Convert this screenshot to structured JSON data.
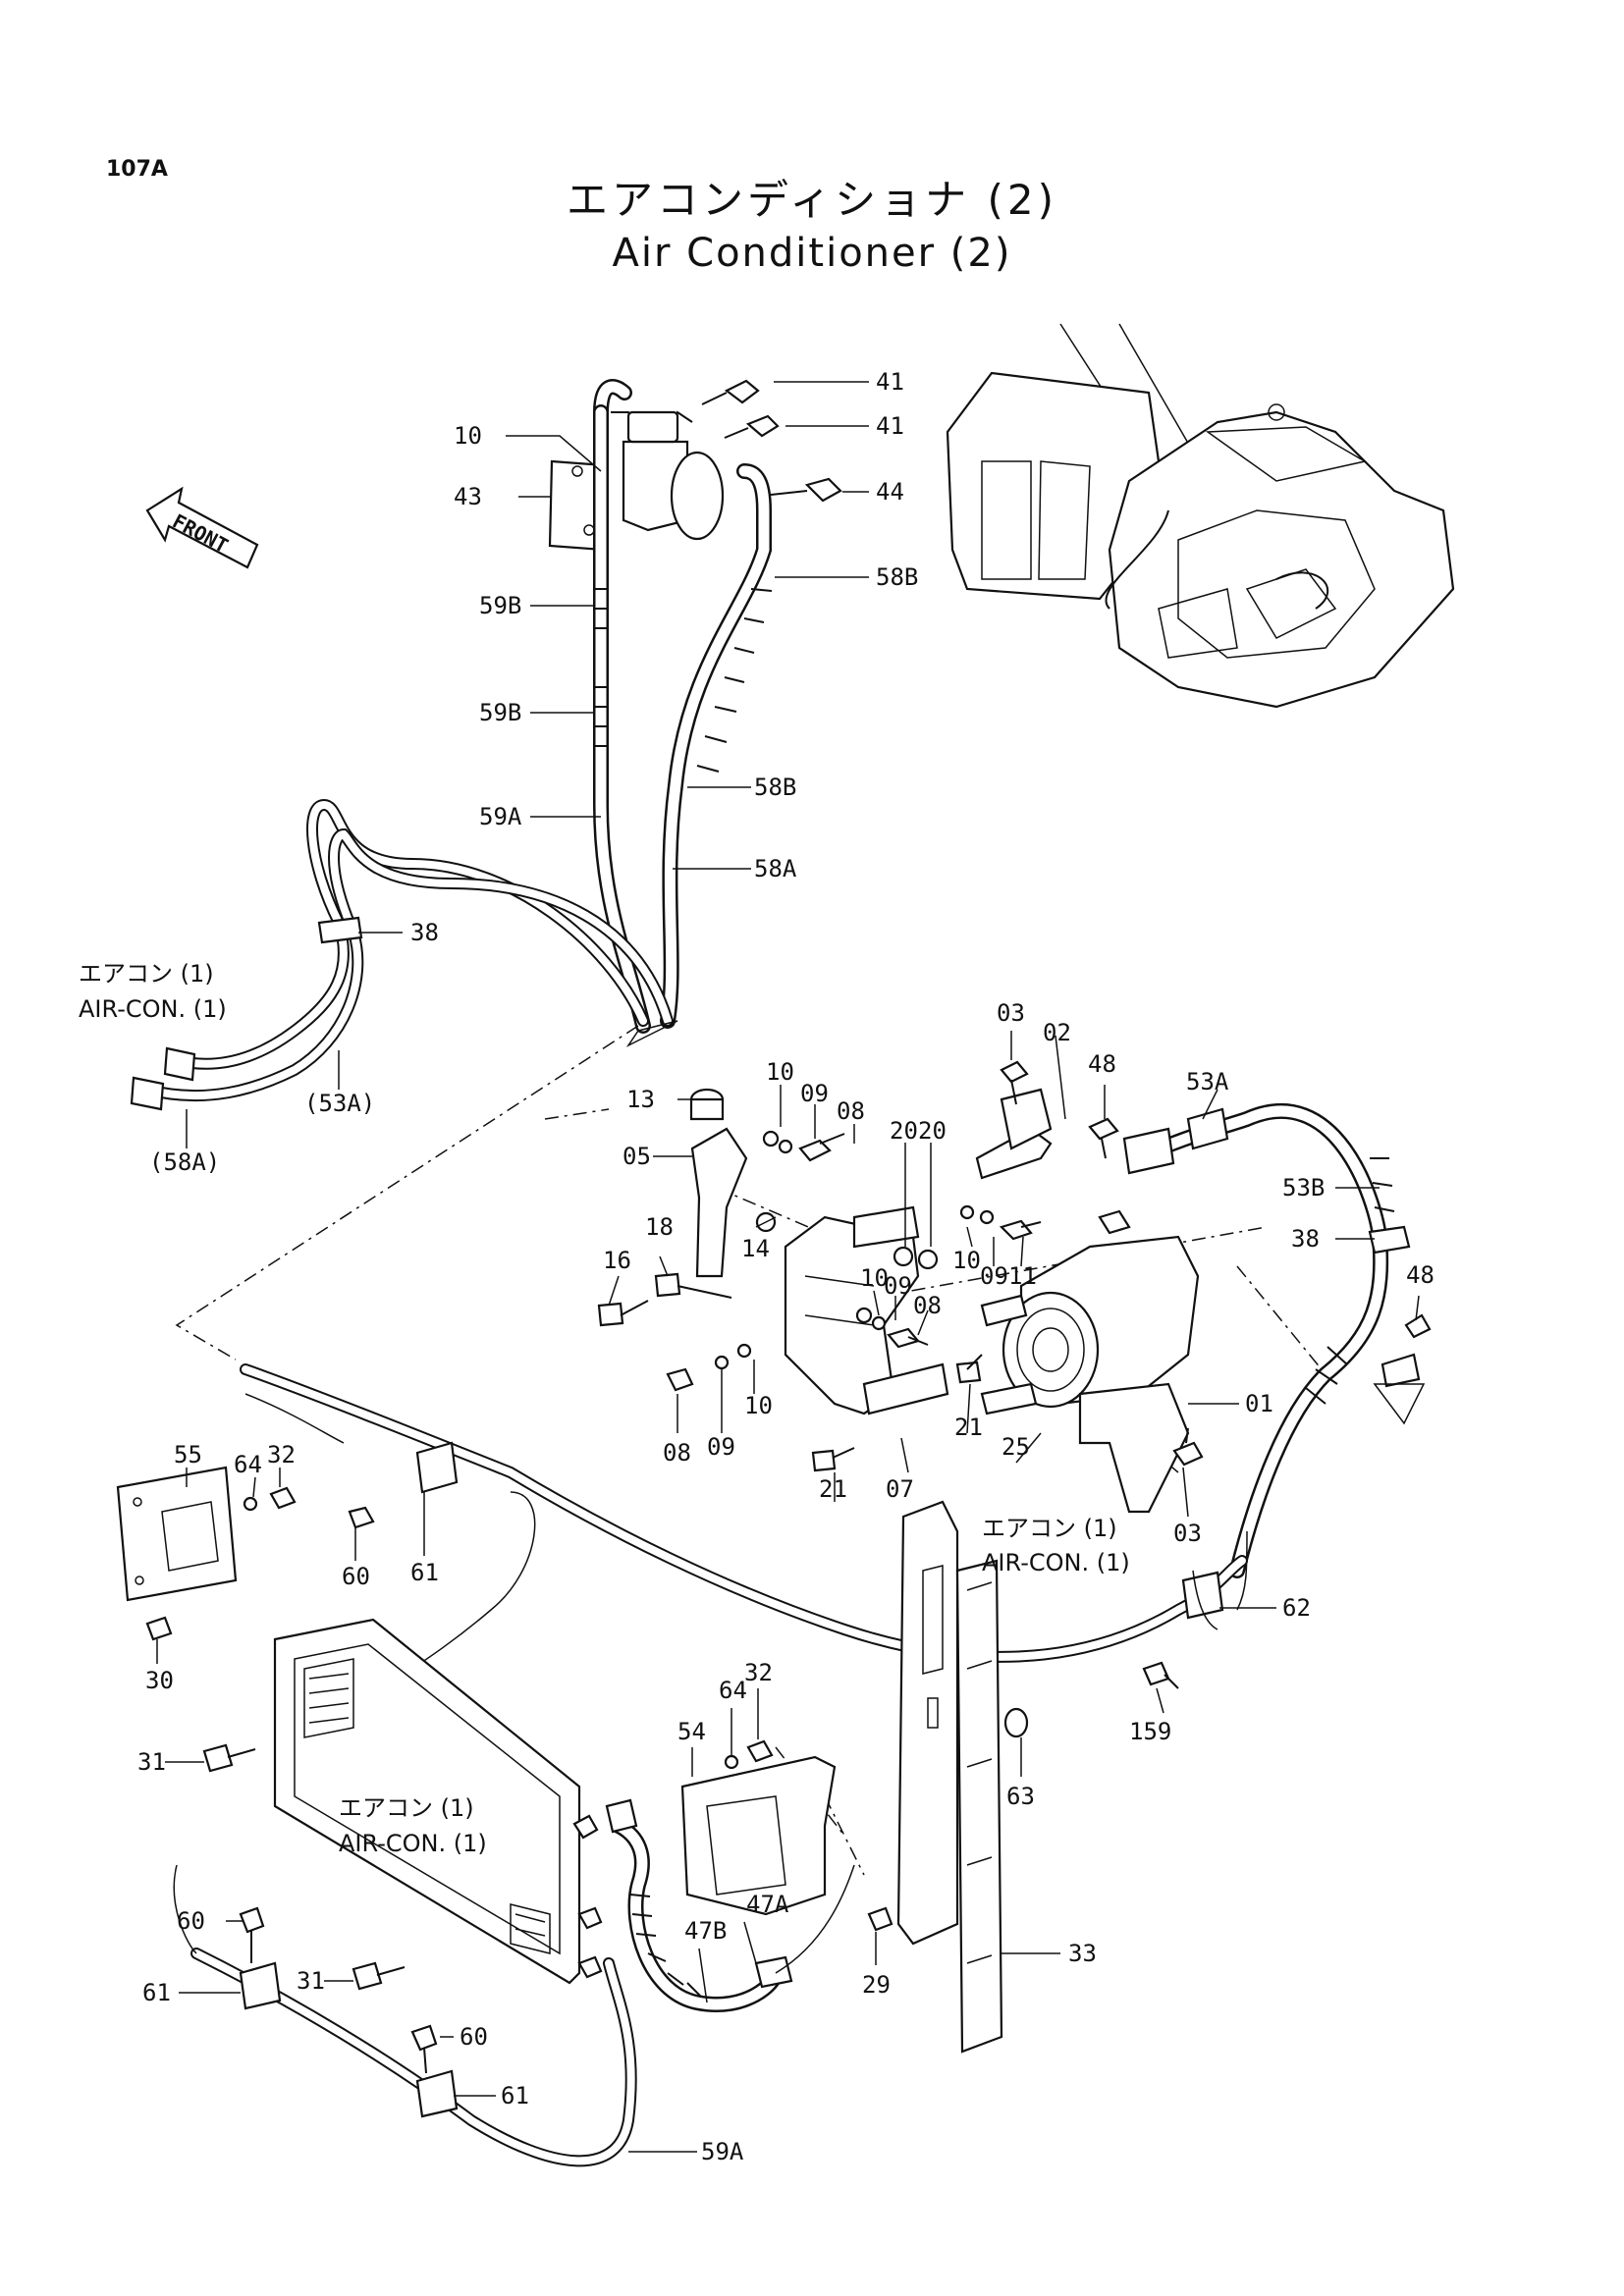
{
  "header": {
    "page_code": "107A",
    "title_jp": "エアコンディショナ (2)",
    "title_en": "Air Conditioner (2)"
  },
  "front_arrow": {
    "label": "FRONT"
  },
  "notes": {
    "aircon_jp": "エアコン (1)",
    "aircon_en": "AIR-CON. (1)"
  },
  "callouts": [
    "41",
    "41",
    "10",
    "43",
    "44",
    "59B",
    "58B",
    "59B",
    "58B",
    "59A",
    "58A",
    "38",
    "(53A)",
    "(58A)",
    "13",
    "05",
    "10",
    "09",
    "08",
    "18",
    "16",
    "14",
    "10",
    "09",
    "08",
    "08",
    "09",
    "10",
    "20",
    "20",
    "10",
    "09",
    "11",
    "03",
    "02",
    "48",
    "53A",
    "53B",
    "38",
    "48",
    "01",
    "21",
    "21",
    "07",
    "25",
    "03",
    "55",
    "64",
    "32",
    "60",
    "61",
    "30",
    "31",
    "60",
    "61",
    "31",
    "60",
    "61",
    "59A",
    "54",
    "64",
    "32",
    "47A",
    "47B",
    "29",
    "33",
    "63",
    "159",
    "62"
  ]
}
